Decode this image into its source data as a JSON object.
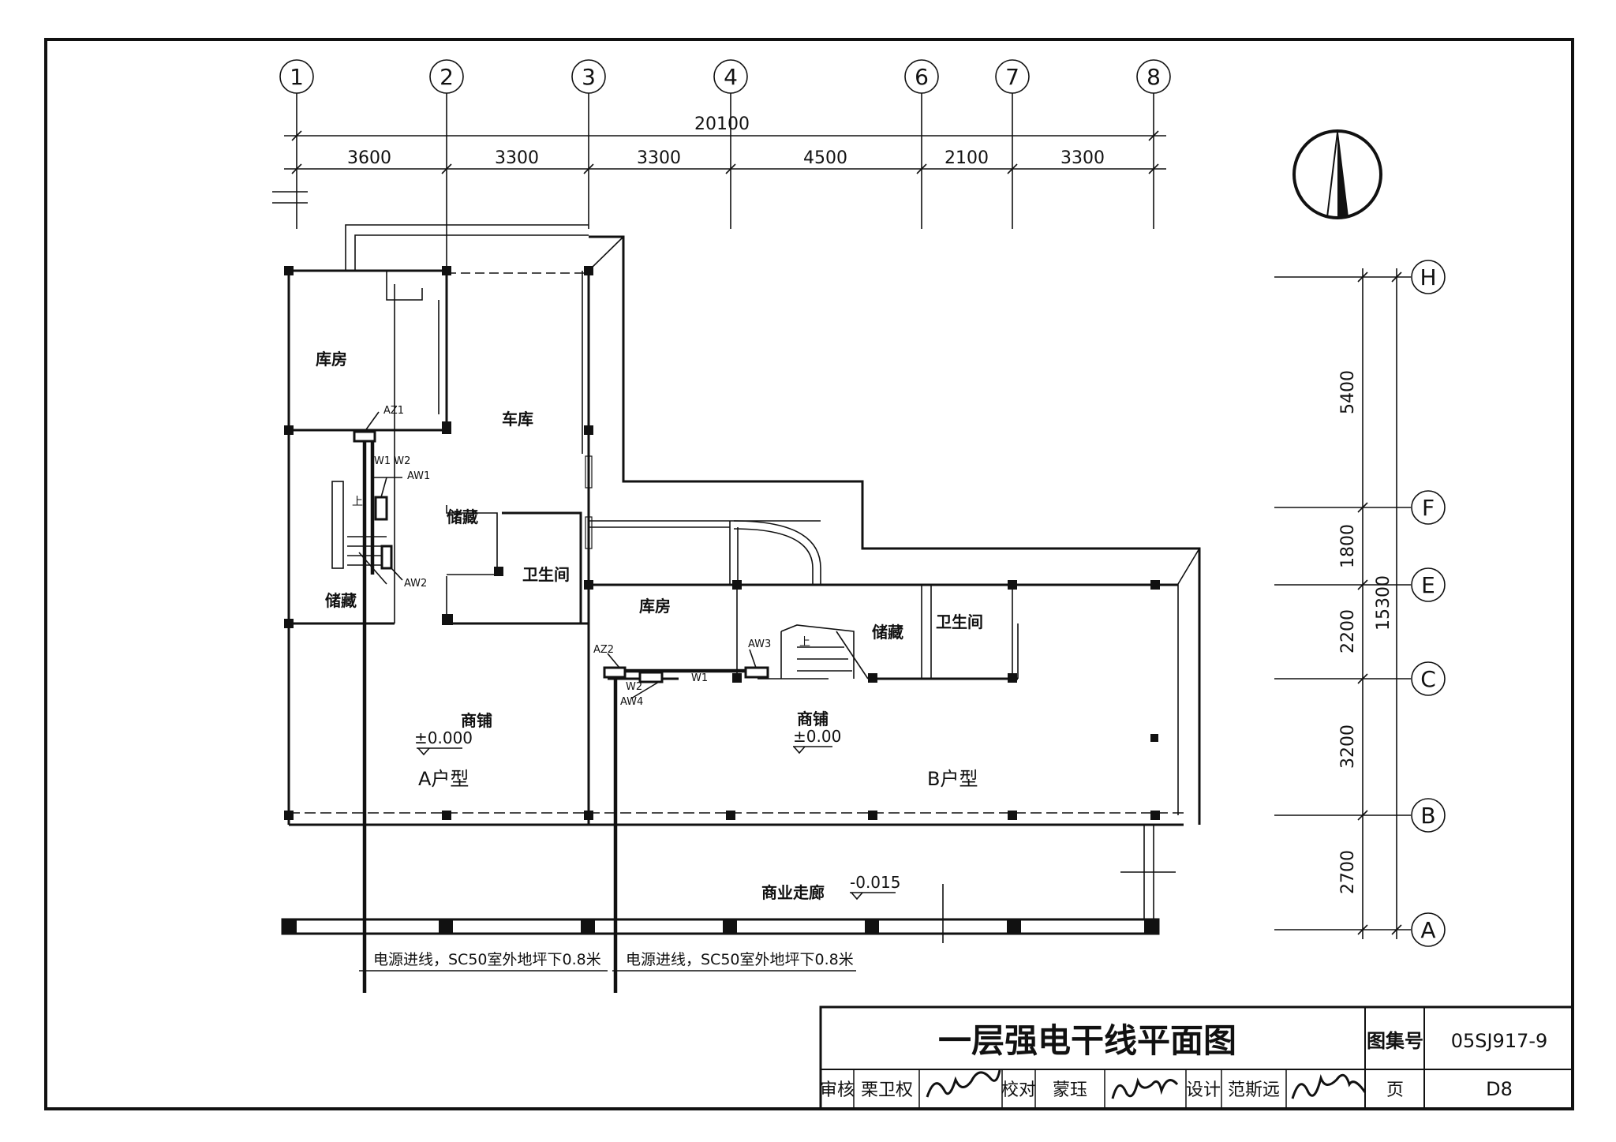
{
  "title": "一层强电干线平面图",
  "title_block": {
    "atlas_label": "图集号",
    "atlas_no": "05SJ917-9",
    "review_label": "审核",
    "reviewer": "栗卫权",
    "check_label": "校对",
    "checker": "蒙珏",
    "design_label": "设计",
    "designer": "范斯远",
    "page_label": "页",
    "page_no": "D8",
    "signatures": [
      "栗卫权",
      "蒙珏",
      "范斯远"
    ]
  },
  "grid_axes": {
    "columns": [
      "1",
      "2",
      "3",
      "4",
      "6",
      "7",
      "8"
    ],
    "rows": [
      "H",
      "F",
      "E",
      "C",
      "B",
      "A"
    ]
  },
  "dimensions": {
    "total_horizontal": "20100",
    "horizontal_segments": [
      "3600",
      "3300",
      "3300",
      "4500",
      "2100",
      "3300"
    ],
    "total_vertical": "15300",
    "vertical_segments": [
      "5400",
      "1800",
      "2200",
      "3200",
      "2700"
    ]
  },
  "rooms": {
    "storeroom_a": "库房",
    "garage": "车库",
    "storage_1": "储藏",
    "storage_2": "储藏",
    "toilet_a": "卫生间",
    "storeroom_b": "库房",
    "storage_b": "储藏",
    "toilet_b": "卫生间",
    "shop_a": "商铺",
    "shop_b": "商铺",
    "unit_a": "A户型",
    "unit_b": "B户型",
    "corridor": "商业走廊"
  },
  "levels": {
    "shop_a": "±0.000",
    "shop_b": "±0.00",
    "corridor": "-0.015"
  },
  "stair_up": "上",
  "equipment": {
    "az1": "AZ1",
    "aw1": "AW1",
    "aw2": "AW2",
    "w1_w2": "W1 W2",
    "az2": "AZ2",
    "w2": "W2",
    "aw4": "AW4",
    "w1": "W1",
    "aw3": "AW3"
  },
  "power_inlet": {
    "left": "电源进线，SC50室外地坪下0.8米",
    "right": "电源进线，SC50室外地坪下0.8米"
  },
  "north_arrow_icon": "north-arrow-icon"
}
